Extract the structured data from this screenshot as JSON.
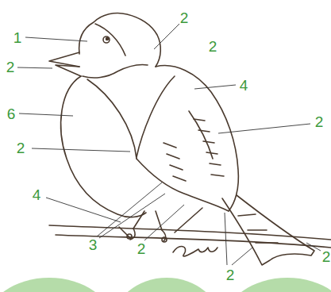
{
  "diagram": {
    "labels": [
      "2",
      "1",
      "2",
      "2",
      "4",
      "6",
      "2",
      "2",
      "4",
      "3",
      "2",
      "2",
      "2"
    ]
  }
}
